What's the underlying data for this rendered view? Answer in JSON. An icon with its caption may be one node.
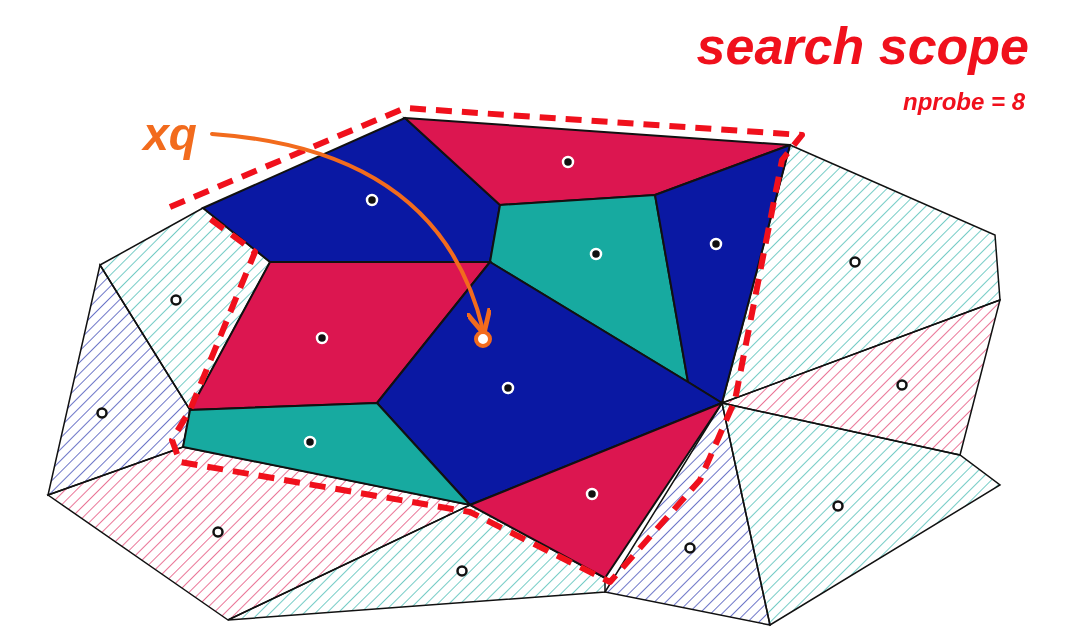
{
  "diagram": {
    "title": "search scope",
    "nodes": [
      {
        "text": [
          "xq"
        ]
      },
      {
        "text": [],
        "shape": "circle"
      }
    ],
    "edges": [
      {
        "from": 0,
        "to": 1,
        "arrow": "to",
        "color": "#f26b1d"
      }
    ],
    "labels": [
      "nprobe = 8"
    ]
  }
}
